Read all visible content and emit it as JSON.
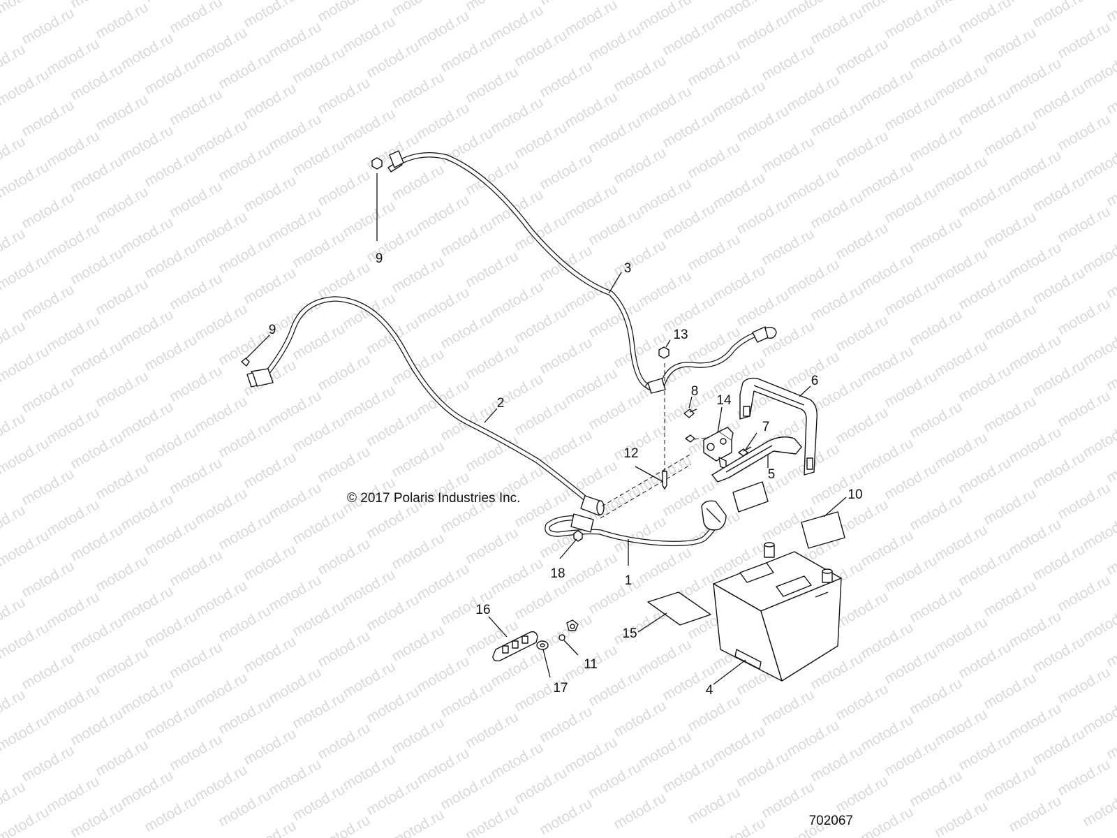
{
  "watermark_text": "motod.ru",
  "copyright": "© 2017 Polaris Industries Inc.",
  "figure_number": "702067",
  "callouts": {
    "c1": "1",
    "c2": "2",
    "c3": "3",
    "c4": "4",
    "c5": "5",
    "c6": "6",
    "c7": "7",
    "c8": "8",
    "c9a": "9",
    "c9b": "9",
    "c10": "10",
    "c11": "11",
    "c12": "12",
    "c13": "13",
    "c14": "14",
    "c15": "15",
    "c16": "16",
    "c17": "17",
    "c18": "18"
  }
}
